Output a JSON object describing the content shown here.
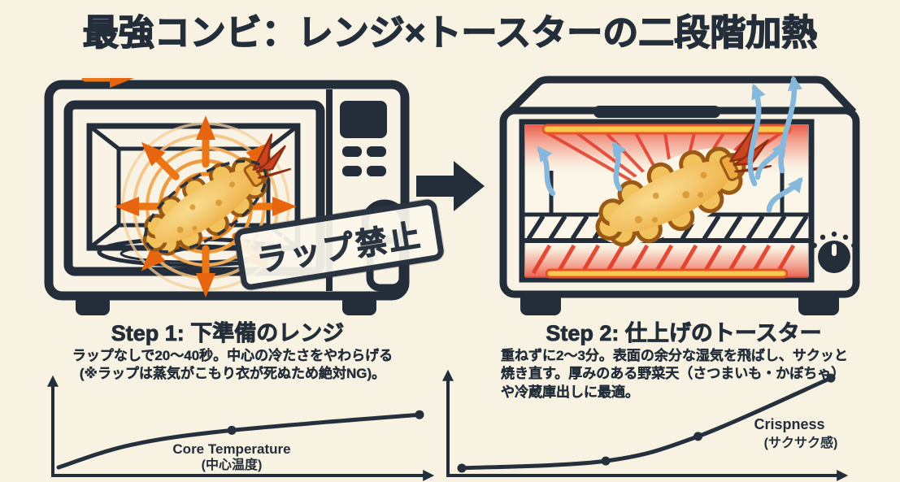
{
  "title": "最強コンビ：レンジ×トースターの二段階加熱",
  "colors": {
    "background": "#f7f2e1",
    "ink": "#232e3a",
    "heat_orange": "#ec7514",
    "heat_red": "#e23a28",
    "element_yellow": "#f8c84d",
    "steam_blue": "#85b8dc",
    "batter_gold": "#f2c25c"
  },
  "icons": {
    "microwave": "microwave-oven-illustration",
    "toaster": "toaster-oven-illustration",
    "shrimp": "shrimp-tempura",
    "flow_arrow": "right-block-arrow",
    "heat_waves": "radiating-heat-arrows",
    "steam": "steam-escape-arrows",
    "stamp": "prohibition-stamp",
    "dial": "temperature-dial"
  },
  "step1": {
    "heading": "Step 1: 下準備のレンジ",
    "line1": "ラップなしで20〜40秒。中心の冷たさをやわらげる",
    "line2": "(※ラップは蒸気がこもり衣が死ぬため絶対NG)。",
    "stamp": "ラップ禁止"
  },
  "step2": {
    "heading": "Step 2: 仕上げのトースター",
    "body": "重ねずに2〜3分。表面の余分な湿気を飛ばし、サクッと焼き直す。厚みのある野菜天（さつまいも・かぼちゃ）や冷蔵庫出しに最適。"
  },
  "chart_data": [
    {
      "type": "line",
      "name": "core_temperature",
      "title": "Core Temperature (中心温度)",
      "label_en": "Core Temperature",
      "label_ja": "(中心温度)",
      "x_norm": [
        0,
        0.2,
        0.48,
        1.0
      ],
      "y_norm": [
        0.05,
        0.28,
        0.43,
        0.59
      ],
      "markers_at": [
        2,
        3
      ],
      "shape": "fast initial rise flattening toward a plateau",
      "axes": {
        "ticks": false,
        "grid": false,
        "style": "unlabeled arrow axes"
      }
    },
    {
      "type": "line",
      "name": "crispness",
      "title": "Crispness (サクサク感)",
      "label_en": "Crispness",
      "label_ja": "(サクサク感)",
      "x_norm": [
        0,
        0.39,
        0.64,
        1.0
      ],
      "y_norm": [
        0.04,
        0.11,
        0.35,
        0.92
      ],
      "markers_at": [
        0,
        1,
        2,
        3
      ],
      "shape": "slow start accelerating steeply upward",
      "axes": {
        "ticks": false,
        "grid": false,
        "style": "unlabeled arrow axes"
      }
    }
  ]
}
